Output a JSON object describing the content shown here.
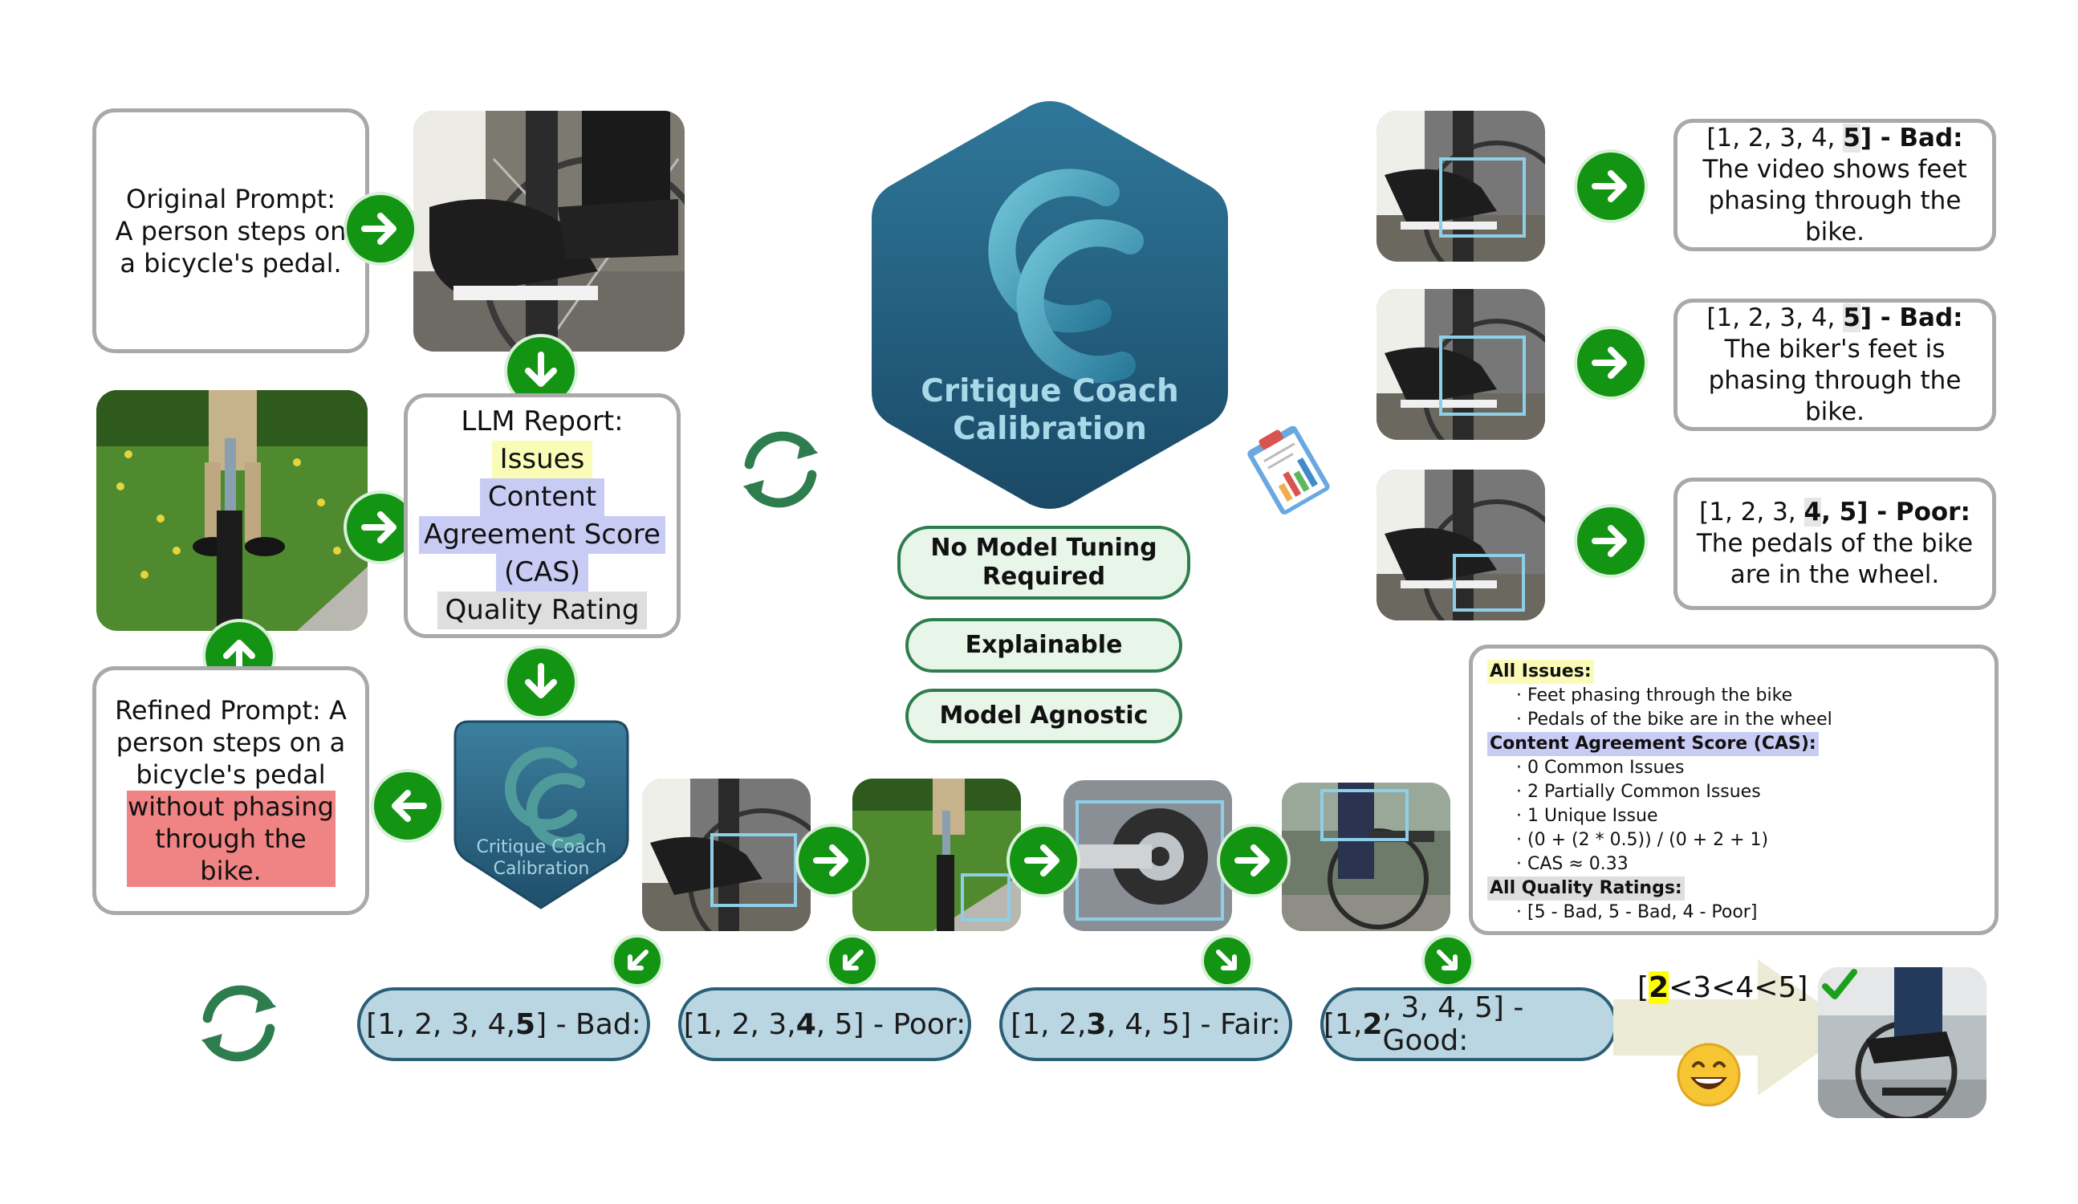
{
  "original_prompt": {
    "label": "Original Prompt:",
    "text": "A person steps on a bicycle's pedal."
  },
  "llm_report": {
    "title": "LLM Report:",
    "issues": "Issues",
    "content": "Content",
    "agreement": "Agreement Score",
    "cas": "(CAS)",
    "quality": "Quality Rating"
  },
  "refined_prompt": {
    "text_a": "Refined Prompt: A person steps on a bicycle's pedal",
    "highlight": "without phasing through the bike."
  },
  "logo": {
    "line1": "Critique Coach",
    "line2": "Calibration"
  },
  "features": [
    "No Model Tuning Required",
    "Explainable",
    "Model Agnostic"
  ],
  "critiques": [
    {
      "scale_a": "[1, 2, 3, 4, ",
      "scale_bold": "5",
      "scale_b": "] - Bad:",
      "text": "The video shows feet phasing through the bike."
    },
    {
      "scale_a": "[1, 2, 3, 4, ",
      "scale_bold": "5",
      "scale_b": "] - Bad:",
      "text": "The biker's feet is phasing through the bike."
    },
    {
      "scale_a": "[1, 2, 3, ",
      "scale_bold": "4",
      "scale_b": ", 5] - Poor:",
      "text": "The pedals of the bike are in the wheel."
    }
  ],
  "summary": {
    "issues_head": "All Issues:",
    "issues": [
      "Feet phasing through the bike",
      "Pedals of the bike are in the wheel"
    ],
    "cas_head": "Content Agreement Score (CAS):",
    "cas": [
      "0 Common Issues",
      "2 Partially Common Issues",
      "1 Unique Issue",
      "(0 + (2 * 0.5)) / (0 + 2 + 1)",
      "CAS ≈ 0.33"
    ],
    "ratings_head": "All Quality Ratings:",
    "ratings": [
      "[5 - Bad, 5 - Bad, 4 - Poor]"
    ]
  },
  "score_pills": [
    {
      "a": "[1, 2, 3, 4, ",
      "b": "5",
      "c": "] - Bad:"
    },
    {
      "a": "[1, 2, 3, ",
      "b": "4",
      "c": ", 5] - Poor:"
    },
    {
      "a": "[1, 2, ",
      "b": "3",
      "c": ", 4, 5] - Fair:"
    },
    {
      "a": "[1, ",
      "b": "2",
      "c": ", 3, 4, 5] - Good:"
    }
  ],
  "ranking": {
    "open": "[",
    "best": "2",
    "rest": "<3<4<5]"
  },
  "colors": {
    "green": "#139413",
    "logo_blue": "#2a6f8f",
    "issue_hl": "#fbfbb8",
    "cas_hl": "#c8ccf5",
    "quality_hl": "#dedede",
    "refine_hl": "#f08383",
    "pill_blue": "#b9d6e2"
  }
}
